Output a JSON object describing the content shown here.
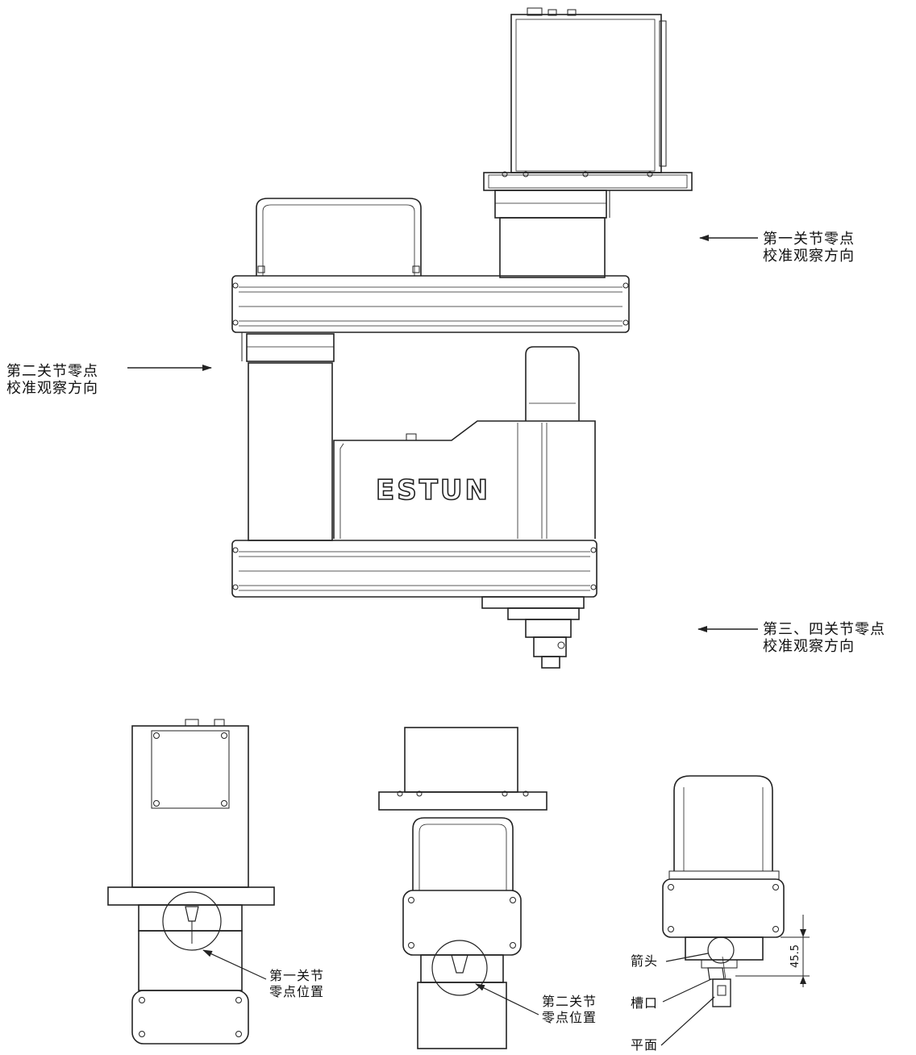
{
  "brand": "ESTUN",
  "callouts": {
    "j1_view": [
      "第一关节零点",
      "校准观察方向"
    ],
    "j2_view": [
      "第二关节零点",
      "校准观察方向"
    ],
    "j34_view": [
      "第三、四关节零点",
      "校准观察方向"
    ],
    "j1_pos": [
      "第一关节",
      "零点位置"
    ],
    "j2_pos": [
      "第二关节",
      "零点位置"
    ]
  },
  "detail": {
    "arrow": "箭头",
    "slot": "槽口",
    "flat": "平面",
    "dimension": "45.5"
  }
}
